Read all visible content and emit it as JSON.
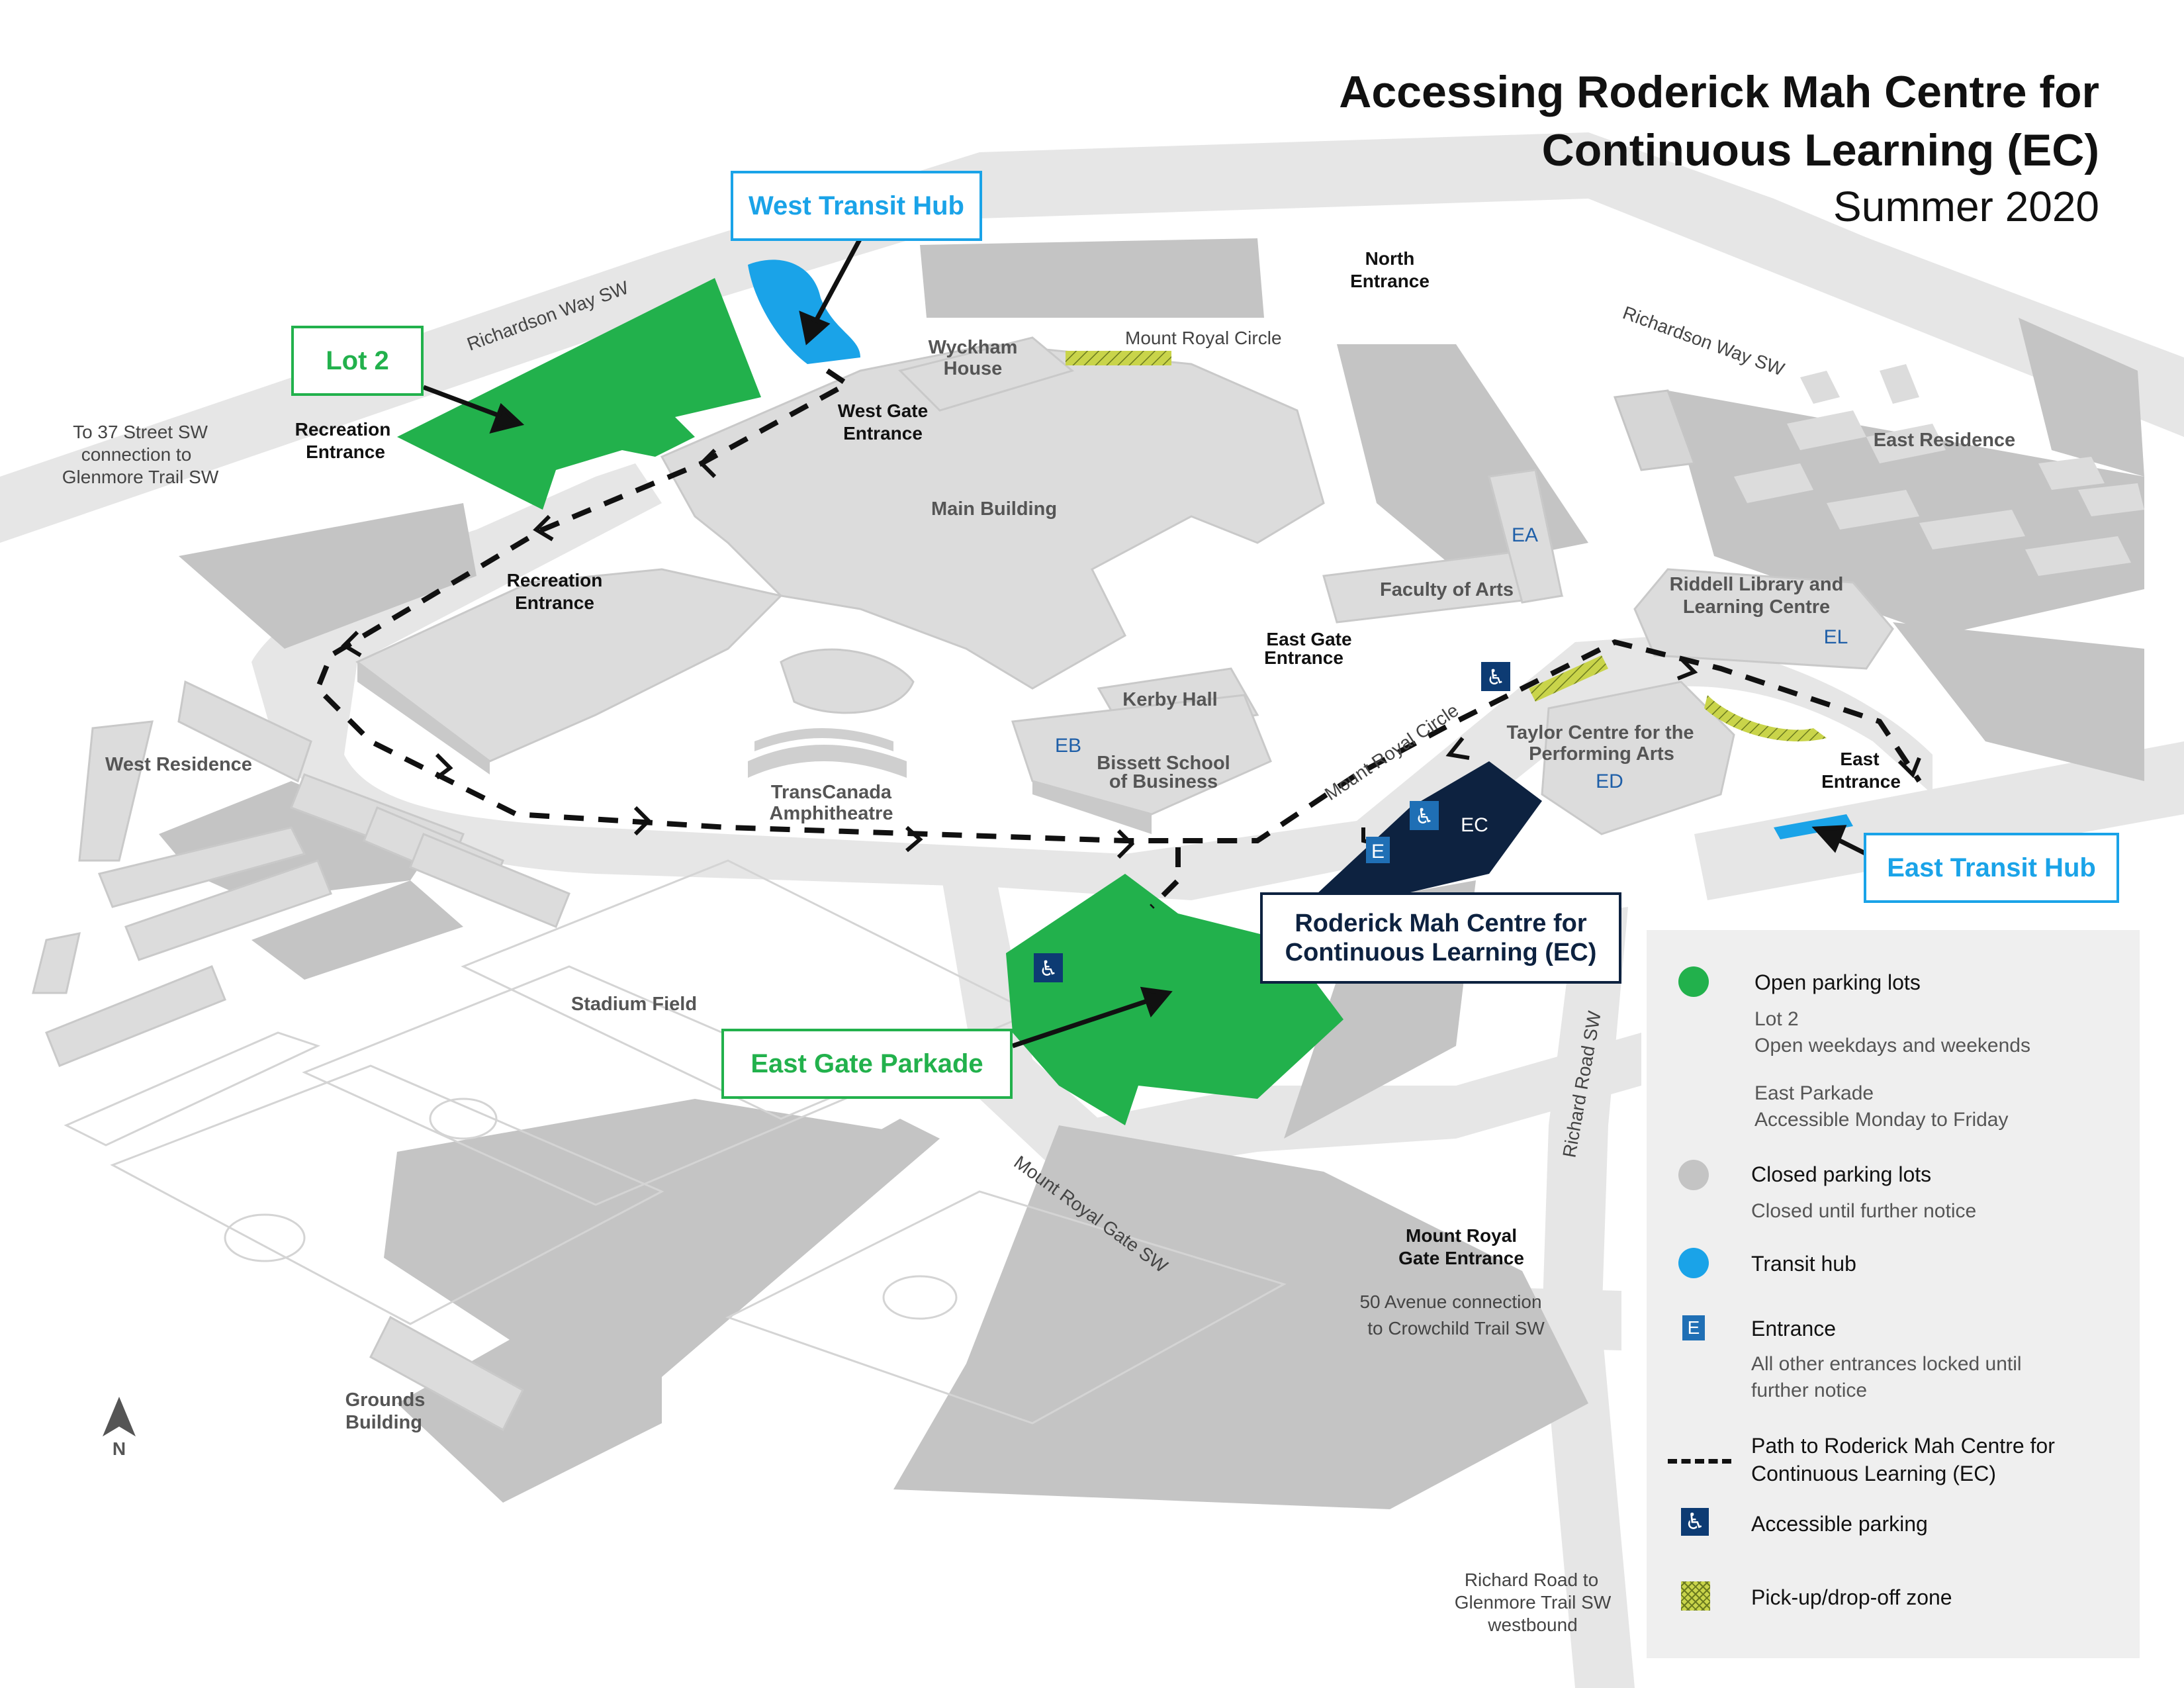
{
  "title": {
    "line1": "Accessing Roderick Mah Centre for",
    "line2": "Continuous Learning (EC)",
    "subtitle": "Summer 2020"
  },
  "callouts": {
    "west_transit_hub": "West Transit Hub",
    "east_transit_hub": "East Transit Hub",
    "lot2": "Lot 2",
    "east_gate_parkade": "East Gate Parkade",
    "ec_line1": "Roderick Mah Centre for",
    "ec_line2": "Continuous Learning (EC)"
  },
  "roads": {
    "richardson_west": "Richardson Way SW",
    "richardson_east": "Richardson Way SW",
    "mount_royal_circle_north": "Mount Royal Circle",
    "mount_royal_circle_east": "Mount Royal Circle",
    "mount_royal_gate": "Mount Royal Gate SW",
    "richard_road": "Richard Road SW"
  },
  "entrances": {
    "north_1": "North",
    "north_2": "Entrance",
    "rec1_1": "Recreation",
    "rec1_2": "Entrance",
    "rec2_1": "Recreation",
    "rec2_2": "Entrance",
    "west_gate_1": "West Gate",
    "west_gate_2": "Entrance",
    "east_gate_1": "East Gate",
    "east_gate_2": "Entrance",
    "east_1": "East",
    "east_2": "Entrance",
    "mrg_1": "Mount Royal",
    "mrg_2": "Gate Entrance"
  },
  "buildings": {
    "wyckham_1": "Wyckham",
    "wyckham_2": "House",
    "main": "Main Building",
    "faculty_arts": "Faculty of Arts",
    "ea": "EA",
    "east_residence": "East Residence",
    "riddell_1": "Riddell Library and",
    "riddell_2": "Learning Centre",
    "el": "EL",
    "kerby": "Kerby Hall",
    "eb": "EB",
    "bissett_1": "Bissett School",
    "bissett_2": "of Business",
    "taylor_1": "Taylor Centre for the",
    "taylor_2": "Performing Arts",
    "ed": "ED",
    "ec": "EC",
    "amph_1": "TransCanada",
    "amph_2": "Amphitheatre",
    "west_residence": "West Residence",
    "stadium": "Stadium Field",
    "grounds_1": "Grounds",
    "grounds_2": "Building"
  },
  "notes": {
    "to37_1": "To 37 Street SW",
    "to37_2": "connection to",
    "to37_3": "Glenmore Trail SW",
    "ave50_1": "50 Avenue connection",
    "ave50_2": "to Crowchild Trail SW",
    "rr_1": "Richard Road to",
    "rr_2": "Glenmore Trail SW",
    "rr_3": "westbound"
  },
  "compass": "N",
  "entrance_marker": "E",
  "legend": {
    "open_title": "Open parking lots",
    "open_desc1": "Lot 2",
    "open_desc2": "Open weekdays and weekends",
    "open_desc3": "East Parkade",
    "open_desc4": "Accessible Monday to Friday",
    "closed_title": "Closed parking lots",
    "closed_desc": "Closed until further notice",
    "transit_title": "Transit hub",
    "entrance_title": "Entrance",
    "entrance_desc1": "All other entrances locked until",
    "entrance_desc2": "further notice",
    "path_title1": "Path to Roderick Mah Centre for",
    "path_title2": "Continuous Learning (EC)",
    "accessible_title": "Accessible parking",
    "pickup_title": "Pick-up/drop-off zone",
    "entrance_icon": "E",
    "accessible_icon": "♿"
  },
  "colors": {
    "open_parking": "#22b14c",
    "closed_parking": "#c4c4c4",
    "transit": "#1aa3e8",
    "ec_building": "#0d2240",
    "entrance": "#1f6fb5",
    "accessible": "#0d3b73",
    "pickup": "#c9d44a",
    "road": "#e6e6e6",
    "building": "#dcdcdc"
  }
}
